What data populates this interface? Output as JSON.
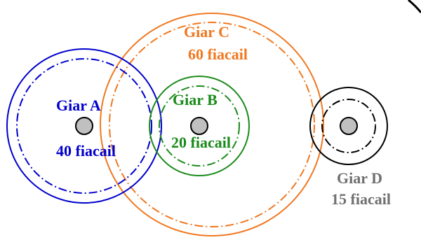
{
  "gears": [
    {
      "id": "a",
      "name": "Giar A",
      "teeth_label": "40 fiacail",
      "teeth": 40,
      "color": "#0000cc"
    },
    {
      "id": "b",
      "name": "Giar B",
      "teeth_label": "20 fiacail",
      "teeth": 20,
      "color": "#1a8a1a"
    },
    {
      "id": "c",
      "name": "Giar C",
      "teeth_label": "60 fiacail",
      "teeth": 60,
      "color": "#f07820"
    },
    {
      "id": "d",
      "name": "Giar D",
      "teeth_label": "15 fiacail",
      "teeth": 15,
      "color": "#000000",
      "label_color": "#707070"
    }
  ],
  "colors": {
    "axle_fill": "#c0c0c0",
    "axle_stroke": "#000000",
    "background": "#ffffff"
  }
}
